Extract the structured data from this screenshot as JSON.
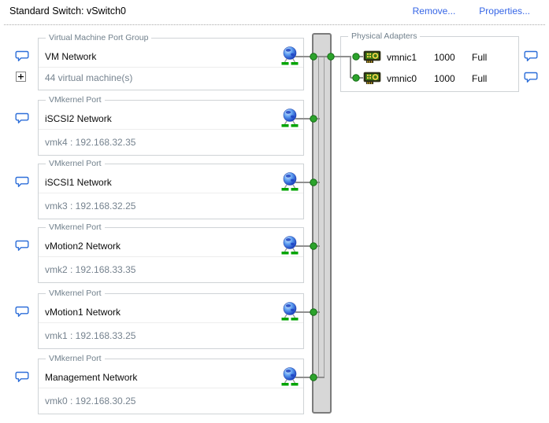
{
  "header": {
    "title": "Standard Switch: vSwitch0",
    "remove_label": "Remove...",
    "properties_label": "Properties..."
  },
  "port_groups": [
    {
      "group_label": "Virtual Machine Port Group",
      "name": "VM Network",
      "detail": "44 virtual machine(s)",
      "expandable": true
    },
    {
      "group_label": "VMkernel Port",
      "name": "iSCSI2 Network",
      "detail": "vmk4 : 192.168.32.35"
    },
    {
      "group_label": "VMkernel Port",
      "name": "iSCSI1 Network",
      "detail": "vmk3 : 192.168.32.25"
    },
    {
      "group_label": "VMkernel Port",
      "name": "vMotion2 Network",
      "detail": "vmk2 : 192.168.33.35"
    },
    {
      "group_label": "VMkernel Port",
      "name": "vMotion1 Network",
      "detail": "vmk1 : 192.168.33.25"
    },
    {
      "group_label": "VMkernel Port",
      "name": "Management Network",
      "detail": "vmk0 : 192.168.30.25"
    }
  ],
  "physical_adapters": {
    "group_label": "Physical Adapters",
    "adapters": [
      {
        "name": "vmnic1",
        "speed": "1000",
        "duplex": "Full"
      },
      {
        "name": "vmnic0",
        "speed": "1000",
        "duplex": "Full"
      }
    ]
  },
  "icons": {
    "note": "speech-bubble-icon",
    "port": "globe-icon",
    "adapter": "network-adapter-icon",
    "expander": "plus-box-icon"
  },
  "colors": {
    "link_blue": "#3565e6",
    "note_blue": "#2e6fd9",
    "status_green": "#2ca32c",
    "trunk_fill": "#d7d7d7",
    "detail_gray": "#76838f"
  }
}
